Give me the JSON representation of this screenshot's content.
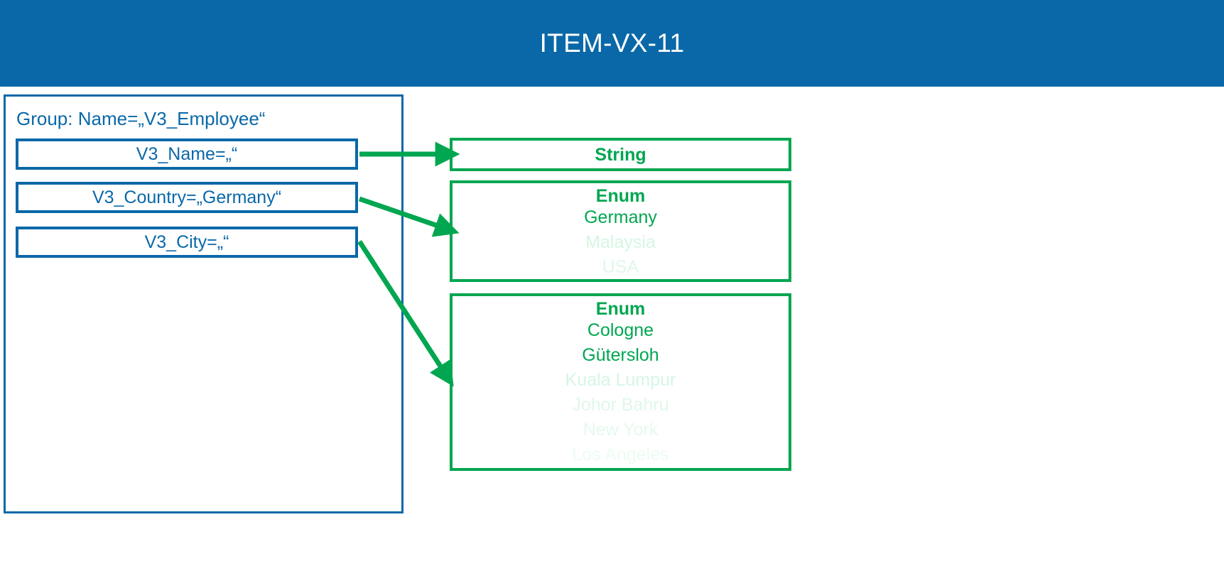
{
  "header": {
    "title": "ITEM-VX-11",
    "background_color": "#0A68A8",
    "text_color": "#FFFFFF"
  },
  "colors": {
    "blue": "#0A68A8",
    "green": "#00A650",
    "green_faded": "#D5F6E3",
    "background": "#FFFFFF"
  },
  "group_panel": {
    "label": "Group: Name=„V3_Employee“",
    "border_color": "#0A68A8",
    "fields": [
      {
        "label": "V3_Name=„“"
      },
      {
        "label": "V3_Country=„Germany“"
      },
      {
        "label": "V3_City=„“"
      }
    ]
  },
  "type_boxes": [
    {
      "name": "string-type",
      "title": "String",
      "border_color": "#00A650",
      "items": []
    },
    {
      "name": "country-enum-type",
      "title": "Enum",
      "border_color": "#00A650",
      "items": [
        {
          "label": "Germany",
          "state": "active"
        },
        {
          "label": "Malaysia",
          "state": "faded-1"
        },
        {
          "label": "USA",
          "state": "faded-2"
        }
      ]
    },
    {
      "name": "city-enum-type",
      "title": "Enum",
      "border_color": "#00A650",
      "items": [
        {
          "label": "Cologne",
          "state": "active"
        },
        {
          "label": "Gütersloh",
          "state": "active"
        },
        {
          "label": "Kuala Lumpur",
          "state": "faded-1"
        },
        {
          "label": "Johor Bahru",
          "state": "faded-2"
        },
        {
          "label": "New York",
          "state": "faded-3"
        },
        {
          "label": "Los Angeles",
          "state": "faded-4"
        }
      ]
    }
  ],
  "connectors": [
    {
      "name": "arrow-name-to-string",
      "from": "V3_Name",
      "to": "String"
    },
    {
      "name": "arrow-country-to-enum",
      "from": "V3_Country",
      "to": "Enum (Country)"
    },
    {
      "name": "arrow-city-to-enum",
      "from": "V3_City",
      "to": "Enum (City)"
    }
  ]
}
